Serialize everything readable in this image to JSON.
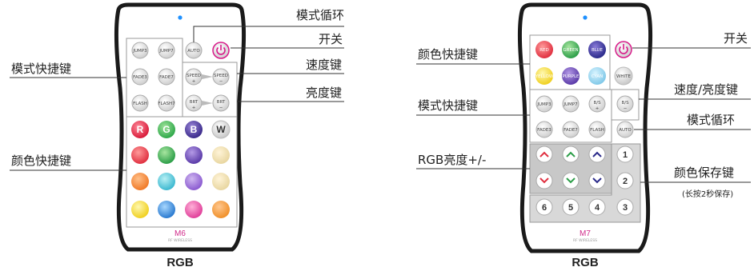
{
  "left": {
    "labels": {
      "mode_cycle": "模式循环",
      "switch": "开关",
      "speed": "速度键",
      "brightness": "亮度键",
      "mode_shortcut": "模式快捷键",
      "color_shortcut": "颜色快捷键"
    },
    "buttons": {
      "jump3": "JUMP3",
      "jump7": "JUMP7",
      "auto": "AUTO",
      "fade3": "FADE3",
      "fade7": "FADE7",
      "flash": "FLASH",
      "flash7": "FLASH7",
      "speed": "SPEED",
      "brt": "BRT",
      "r": "R",
      "g": "G",
      "b": "B",
      "w": "W"
    },
    "model": "M6",
    "rf": "RF WIRELESS",
    "title": "RGB"
  },
  "right": {
    "labels": {
      "switch": "开关",
      "color_shortcut": "颜色快捷键",
      "speed_brightness": "速度/亮度键",
      "mode_shortcut": "模式快捷键",
      "mode_cycle": "模式循环",
      "rgb_brightness": "RGB亮度+/-",
      "color_save": "颜色保存键",
      "color_save_note": "(长按2秒保存)"
    },
    "buttons": {
      "red": "RED",
      "green": "GREEN",
      "blue": "BLUE",
      "yellow": "YELLOW",
      "purple": "PURPLE",
      "cyan": "CYAN",
      "white": "WHITE",
      "jump3": "JUMP3",
      "jump7": "JUMP7",
      "bs": "B/S",
      "fade3": "FADE3",
      "fade7": "FADE7",
      "flash": "FLASH",
      "auto": "AUTO",
      "n1": "1",
      "n2": "2",
      "n3": "3",
      "n4": "4",
      "n5": "5",
      "n6": "6"
    },
    "model": "M7",
    "rf": "RF WIRELESS",
    "title": "RGB"
  },
  "colors": {
    "remote_body": "#ffffff",
    "remote_border": "#1a1a1a",
    "led": "#1e90ff",
    "power": "#d81b8a"
  }
}
